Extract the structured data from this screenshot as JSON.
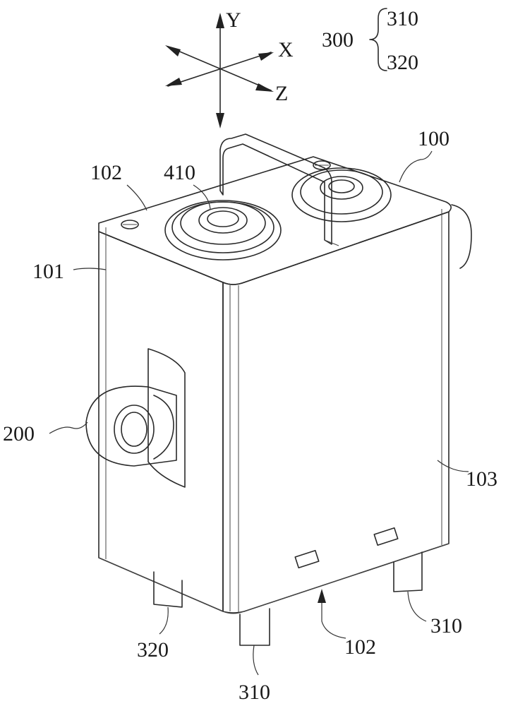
{
  "axes": {
    "y": "Y",
    "x": "X",
    "z": "Z"
  },
  "group": {
    "parent": "300",
    "child_a": "310",
    "child_b": "320"
  },
  "labels": {
    "body": "100",
    "left_face": "101",
    "top_face": "102",
    "bottom_face": "102",
    "front_face": "103",
    "inlet": "200",
    "cap": "410",
    "pin_front": "310",
    "pin_right": "310",
    "pin_left": "320"
  }
}
